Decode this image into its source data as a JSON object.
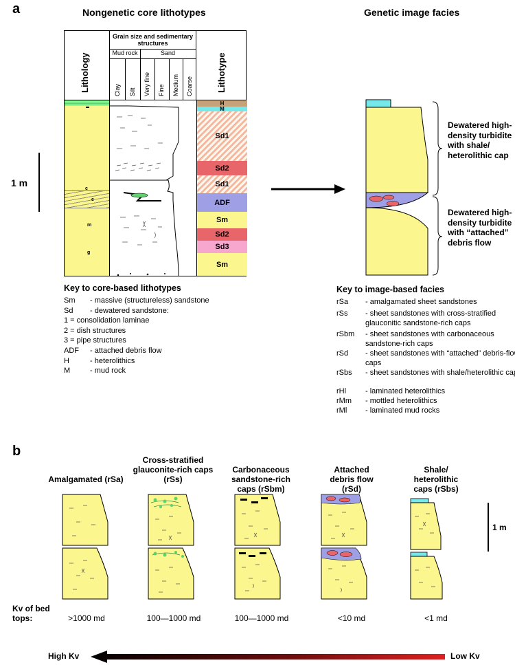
{
  "panel_a": {
    "letter": "a",
    "left_title": "Nongenetic core  lithotypes",
    "right_title": "Genetic image  facies",
    "columns": {
      "lithology": "Lithology",
      "grain_header": "Grain size and sedimentary structures",
      "mud_rock": "Mud rock",
      "sand": "Sand",
      "grain_sizes": [
        "Clay",
        "Silt",
        "Very fine",
        "Fine",
        "Medium",
        "Coarse"
      ],
      "lithotype": "Lithotype"
    },
    "lithology_marks": [
      "c",
      "c",
      "m",
      "g"
    ],
    "lithotype_units": [
      "H",
      "M",
      "Sd1",
      "Sd2",
      "Sd1",
      "ADF",
      "Sm",
      "Sd2",
      "Sd3",
      "Sm"
    ],
    "scale_label": "1 m",
    "facies_annotations": [
      "Dewatered high-density turbidite with shale/ heterolithic cap",
      "Dewatered high-density turbidite with “attached” debris flow"
    ],
    "key_core": {
      "title": "Key to core-based lithotypes",
      "rows": [
        {
          "code": "Sm",
          "desc": "- massive (structureless) sandstone"
        },
        {
          "code": "Sd",
          "desc": "- dewatered sandstone:"
        },
        {
          "code": "",
          "desc": "1 = consolidation laminae"
        },
        {
          "code": "",
          "desc": "2 = dish structures"
        },
        {
          "code": "",
          "desc": "3 = pipe structures"
        },
        {
          "code": "ADF",
          "desc": "- attached debris flow"
        },
        {
          "code": "H",
          "desc": "- heterolithics"
        },
        {
          "code": "M",
          "desc": "- mud rock"
        }
      ]
    },
    "key_image": {
      "title": "Key to image-based facies",
      "rows": [
        {
          "code": "rSa",
          "desc": "- amalgamated sheet sandstones"
        },
        {
          "code": "rSs",
          "desc": "- sheet sandstones with cross-stratified glauconitic sandstone-rich caps"
        },
        {
          "code": "rSbm",
          "desc": "- sheet sandstones with carbonaceous sandstone-rich caps"
        },
        {
          "code": "rSd",
          "desc": "- sheet sandstones with “attached” debris-flow caps"
        },
        {
          "code": "rSbs",
          "desc": "- sheet sandstones with shale/heterolithic caps"
        },
        {
          "code": "rHl",
          "desc": "- laminated heterolithics"
        },
        {
          "code": "rMm",
          "desc": "- mottled heterolithics"
        },
        {
          "code": "rMl",
          "desc": "- laminated mud rocks"
        }
      ]
    }
  },
  "panel_b": {
    "letter": "b",
    "facies": [
      {
        "caption": "Amalgamated (rSa)",
        "kv": ">1000 md"
      },
      {
        "caption": "Cross-stratified glauconite-rich caps (rSs)",
        "kv": "100—1000 md"
      },
      {
        "caption": "Carbonaceous sandstone-rich caps (rSbm)",
        "kv": "100—1000 md"
      },
      {
        "caption": "Attached debris flow (rSd)",
        "kv": "<10 md"
      },
      {
        "caption": "Shale/ heterolithic caps (rSbs)",
        "kv": "<1 md"
      }
    ],
    "scale_label": "1 m",
    "kv_row_label": "Kv of bed tops:",
    "gradient_left": "High Kv",
    "gradient_right": "Low Kv"
  },
  "colors": {
    "sand_yellow": "#fbf68e",
    "red": "#e8666a",
    "pink": "#f7a6ce",
    "purple": "#9f9fe6",
    "cyan": "#76e8ea",
    "tan": "#c6a27a",
    "green": "#5fd36e",
    "hatch": "#f3b79e",
    "gradient_red": "#dd2020"
  }
}
